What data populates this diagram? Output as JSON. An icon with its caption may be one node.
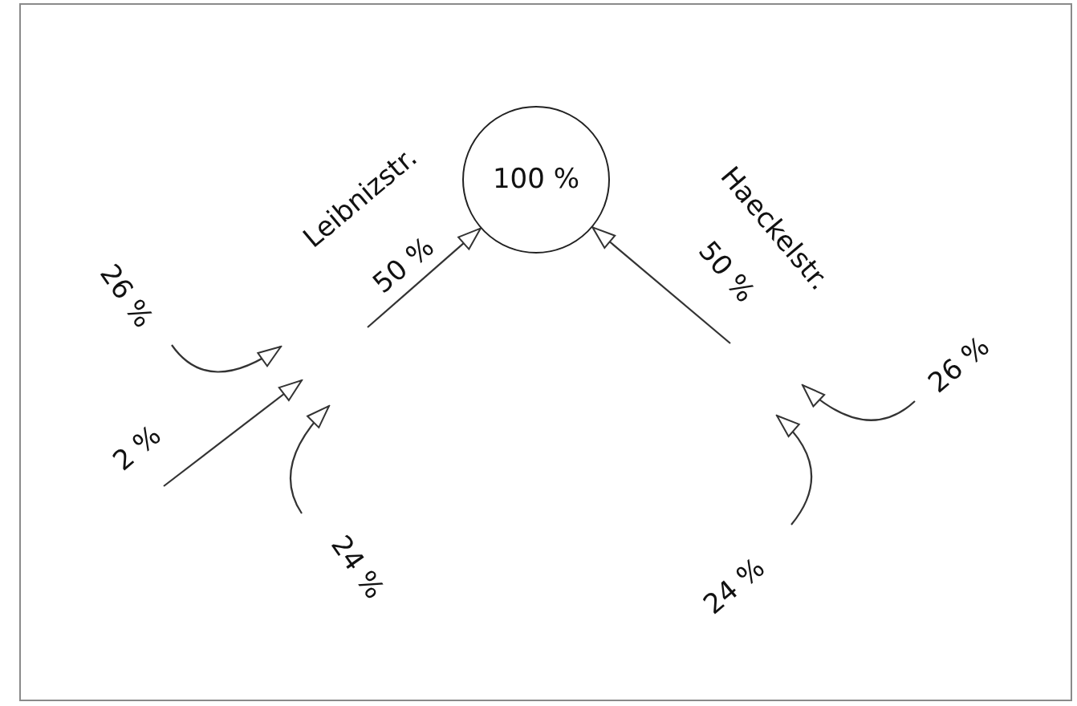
{
  "diagram": {
    "nodes": [
      {
        "text": [
          "100 %"
        ]
      },
      {
        "text": [
          "26 %"
        ]
      },
      {
        "text": [
          "2 %"
        ]
      },
      {
        "text": [
          "24 %"
        ]
      },
      {
        "text": [
          "26 %"
        ]
      },
      {
        "text": [
          "24 %"
        ]
      }
    ],
    "edges": [
      {
        "from": null,
        "to": 0,
        "arrow": "to",
        "label": "50 %"
      },
      {
        "from": null,
        "to": 0,
        "arrow": "to",
        "label": "50 %"
      },
      {
        "from": 1,
        "to": null,
        "arrow": "to"
      },
      {
        "from": 2,
        "to": null,
        "arrow": "to"
      },
      {
        "from": 3,
        "to": null,
        "arrow": "to"
      },
      {
        "from": 4,
        "to": null,
        "arrow": "to"
      },
      {
        "from": 5,
        "to": null,
        "arrow": "to"
      }
    ],
    "labels": [
      "Leibnizstr.",
      "Haeckelstr."
    ]
  }
}
